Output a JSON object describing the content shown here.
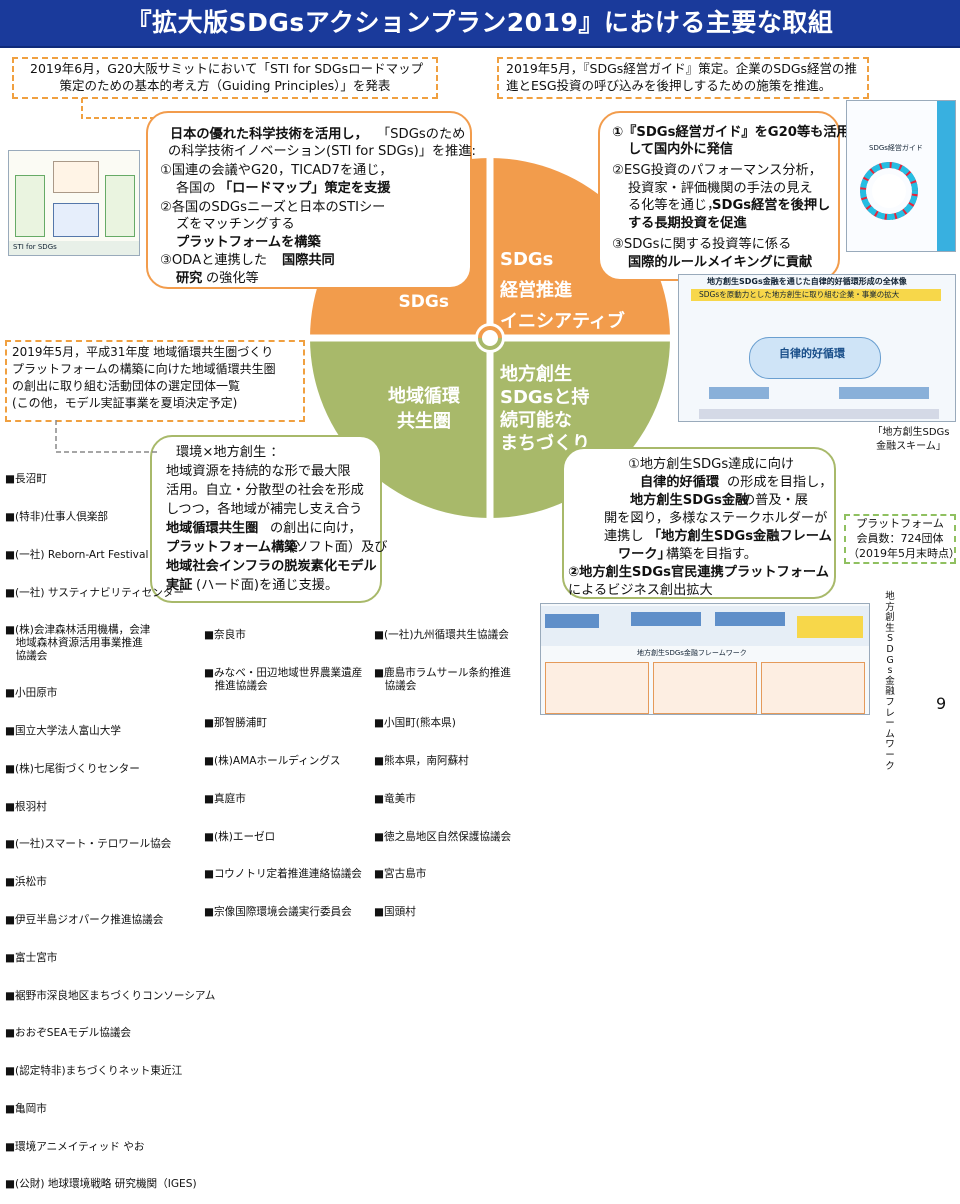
{
  "title": "『拡大版SDGsアクションプラン2019』における主要な取組",
  "page_number": "9",
  "quadrants": {
    "stifor": "STI for\nSDGs",
    "management": "SDGs\n経営推進\nイニシアティブ",
    "regional": "地方創生\nSDGsと持\n続可能な\nまちづくり",
    "circular": "地域循環\n共生圏"
  },
  "callouts": {
    "g20": "2019年6月，G20大阪サミットにおいて「STI for SDGsロードマップ\n策定のための基本的考え方（Guiding Principles）」を発表",
    "guide": "2019年5月，『SDGs経営ガイド』策定。企業のSDGs経営の推\n進とESG投資の呼び込みを後押しするための施策を推進。",
    "platform_select": "2019年5月，平成31年度 地域循環共生圏づくり\nプラットフォームの構築に向けた地域循環共生圏\nの創出に取り組む活動団体の選定団体一覧\n(この他，モデル実証事業を夏頃決定予定)",
    "members": "プラットフォーム\n会員数：724団体\n（2019年5月末時点）"
  },
  "sti_box": {
    "l1": "日本の優れた科学技術を活用し，",
    "l1b": "「SDGsのため",
    "l2": "の科学技術イノベーション(STI for SDGs)」を推進:",
    "l3": "①国連の会議やG20，TICAD7を通じ，",
    "l4a": "各国の",
    "l4b": "「ロードマップ」策定を支援",
    "l5": "②各国のSDGsニーズと日本のSTIシー",
    "l6": "ズをマッチングする",
    "l7": "プラットフォームを構築",
    "l8a": "③ODAと連携した",
    "l8b": "国際共同",
    "l9a": "研究",
    "l9b": "の強化等"
  },
  "mgmt_box": {
    "l1": "①『SDGs経営ガイド』をG20等も活用",
    "l2": "して国内外に発信",
    "l3": "②ESG投資のパフォーマンス分析，",
    "l4": "投資家・評価機関の手法の見え",
    "l5a": "る化等を通じ，",
    "l5b": "SDGs経営を後押し",
    "l6": "する長期投資を促進",
    "l7": "③SDGsに関する投資等に係る",
    "l8": "国際的ルールメイキングに貢献"
  },
  "circ_box": {
    "l1": "環境×地方創生 ：",
    "l2": "地域資源を持続的な形で最大限",
    "l3": "活用。自立・分散型の社会を形成",
    "l4": "しつつ，各地域が補完し支え合う",
    "l5a": "地域循環共生圏",
    "l5b": "の創出に向け，",
    "l6a": "プラットフォーム構築",
    "l6b": "(ソフト面）及び",
    "l7": "地域社会インフラの脱炭素化モデル",
    "l8a": "実証",
    "l8b": "(ハード面)を通じ支援。"
  },
  "reg_box": {
    "l1": "①地方創生SDGs達成に向け",
    "l2": "自律的好循環",
    "l2b": "の形成を目指し，",
    "l3a": "地方創生SDGs金融",
    "l3b": "の普及・展",
    "l4": "開を図り，多様なステークホルダーが",
    "l5a": "連携し",
    "l5b": "「地方創生SDGs金融フレーム",
    "l6a": "ワーク」",
    "l6b": "構築を目指す。",
    "l7": "②地方創生SDGs官民連携プラットフォーム",
    "l8": "によるビジネス創出拡大"
  },
  "captions": {
    "finance_scheme": "「地方創生SDGs\n金融スキーム」",
    "framework": "地\n方\n創\n生\nS\nD\nG\ns\n金\n融\nフ\nレ\nー\nム\nワ\nー\nク"
  },
  "thumbnails": {
    "sti_diagram": "STI for SDGs",
    "guide_cover": "SDGs経営ガイド",
    "scheme_title": "地方創生SDGs金融を通じた自律的好循環形成の全体像",
    "scheme_sub": "SDGsを原動力とした地方創生に取り組む企業・事業の拡大",
    "scheme_center": "自律的好循環",
    "framework_top": "地方創生SDGs金融フレームワーク"
  },
  "organizations": {
    "col1": [
      "■長沼町",
      "■(特非)仕事人倶楽部",
      "■(一社) Reborn-Art Festival",
      "■(一社) サスティナビリティセンター",
      "■(株)会津森林活用機構，会津\n　地域森林資源活用事業推進\n　協議会",
      "■小田原市",
      "■国立大学法人富山大学",
      "■(株)七尾街づくりセンター",
      "■根羽村",
      "■(一社)スマート・テロワール協会",
      "■浜松市",
      "■伊豆半島ジオパーク推進協議会",
      "■富士宮市",
      "■裾野市深良地区まちづくりコンソーシアム",
      "■おおぞSEAモデル協議会",
      "■(認定特非)まちづくりネット東近江",
      "■亀岡市",
      "■環境アニメイティッド やお",
      "■(公財) 地球環境戦略 研究機関（IGES)"
    ],
    "col2": [
      "■奈良市",
      "■みなべ・田辺地域世界農業遺産\n　推進協議会",
      "■那智勝浦町",
      "■(株)AMAホールディングス",
      "■真庭市",
      "■(株)エーゼロ",
      "■コウノトリ定着推進連絡協議会",
      "■宗像国際環境会議実行委員会"
    ],
    "col3": [
      "■(一社)九州循環共生協議会",
      "■鹿島市ラムサール条約推進\n　協議会",
      "■小国町(熊本県)",
      "■熊本県，南阿蘇村",
      "■竜美市",
      "■徳之島地区自然保護協議会",
      "■宮古島市",
      "■国頭村"
    ]
  },
  "colors": {
    "title_bg": "#1a3a9b",
    "orange": "#f29c4c",
    "green": "#a8b96a",
    "accent_dash": "#f0a040"
  }
}
